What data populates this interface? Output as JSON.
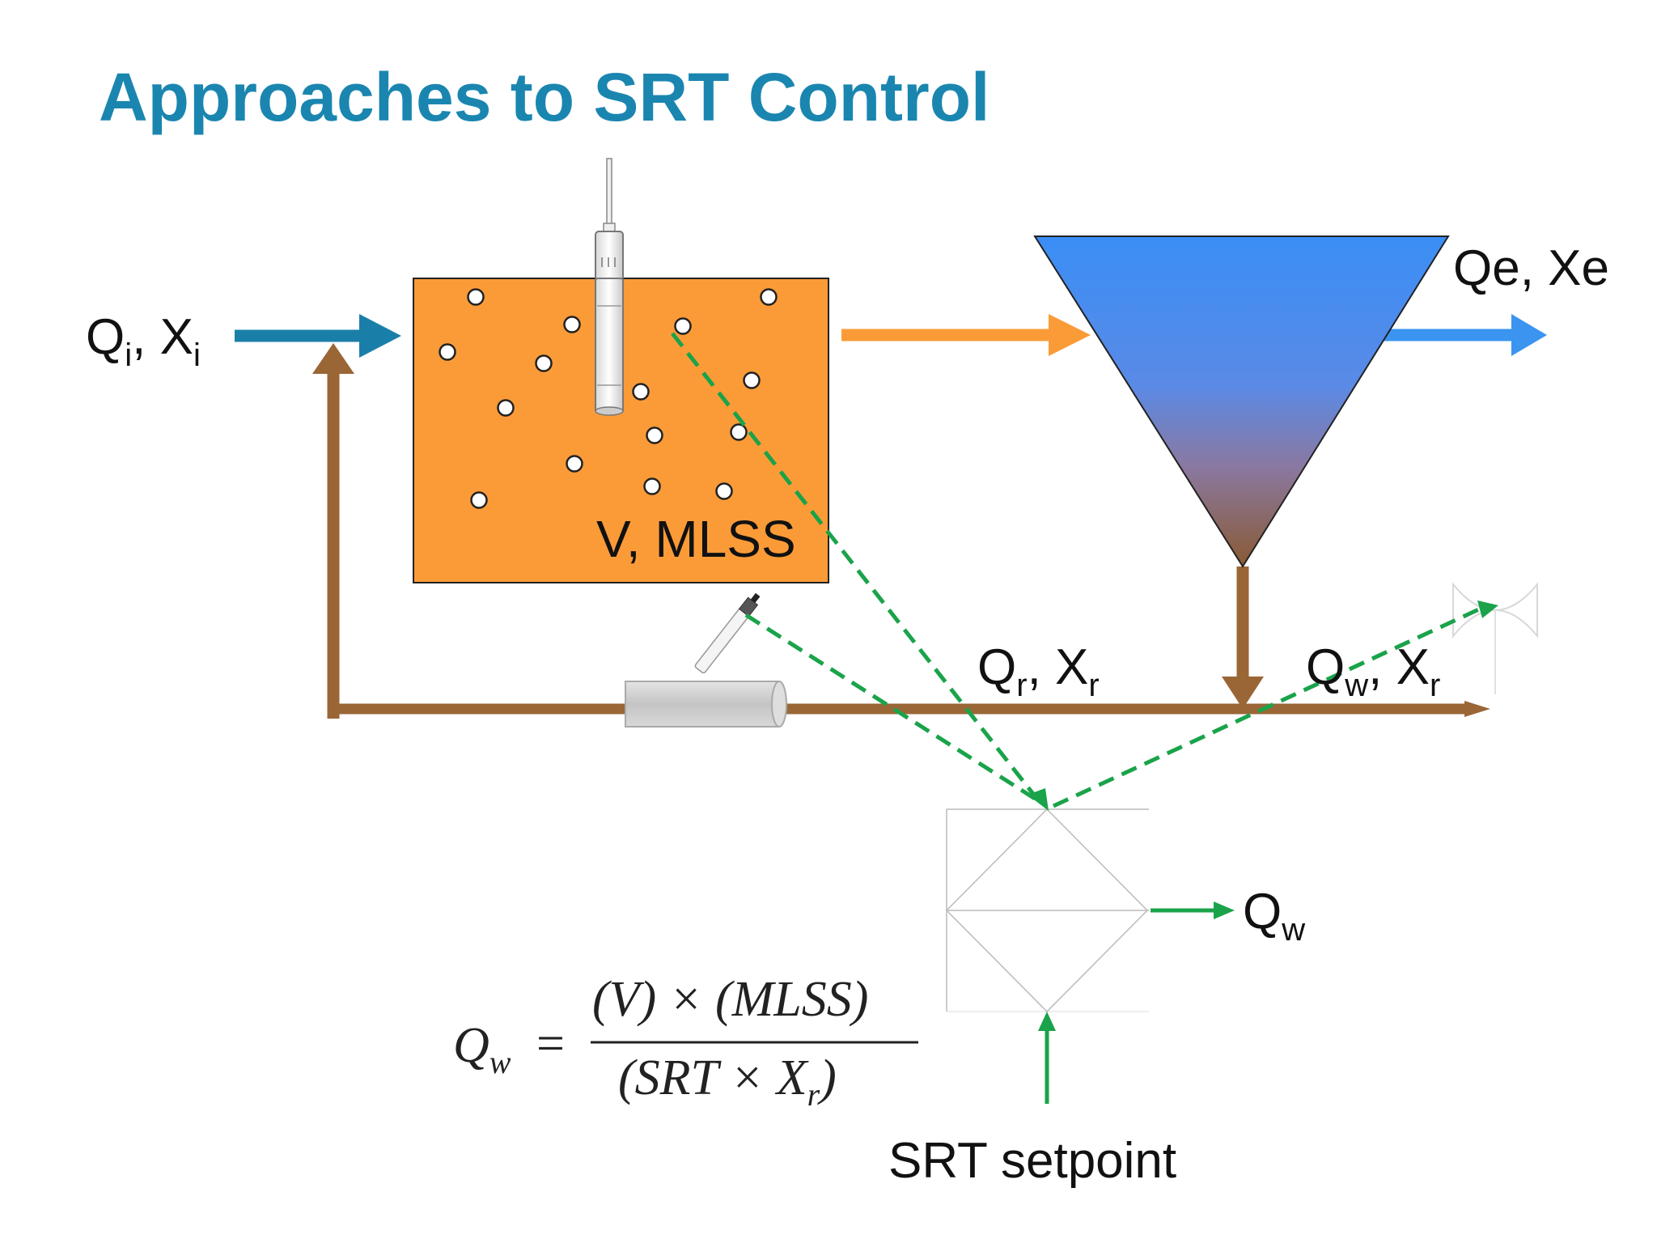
{
  "title": "Approaches to SRT Control",
  "colors": {
    "title": "#1a86b0",
    "influent_arrow": "#1a7fa8",
    "reactor_fill": "#fb9b38",
    "reactor_arrow": "#fb9b38",
    "clarifier_top": "#3a8ef6",
    "clarifier_bottom": "#8a5a34",
    "effluent_arrow": "#3a94f0",
    "sludge_line": "#9a6636",
    "signal_line": "#1aa34a"
  },
  "labels": {
    "influent_Q": "Q",
    "influent_Q_sub": "i",
    "influent_X": "X",
    "influent_X_sub": "i",
    "effluent": "Qe, Xe",
    "reactor": "V, MLSS",
    "recycle_Q": "Q",
    "recycle_Q_sub": "r",
    "recycle_X": "X",
    "recycle_X_sub": "r",
    "waste_Q": "Q",
    "waste_Q_sub": "w",
    "waste_X": "X",
    "waste_X_sub": "r",
    "controller_out_Q": "Q",
    "controller_out_sub": "w",
    "setpoint": "SRT setpoint"
  },
  "equation": {
    "lhs": "Q",
    "lhs_sub": "w",
    "equals": "=",
    "numerator": "(V) × (MLSS)",
    "denominator_left": "(SRT  × X",
    "denominator_sub": "r",
    "denominator_right": ")"
  }
}
